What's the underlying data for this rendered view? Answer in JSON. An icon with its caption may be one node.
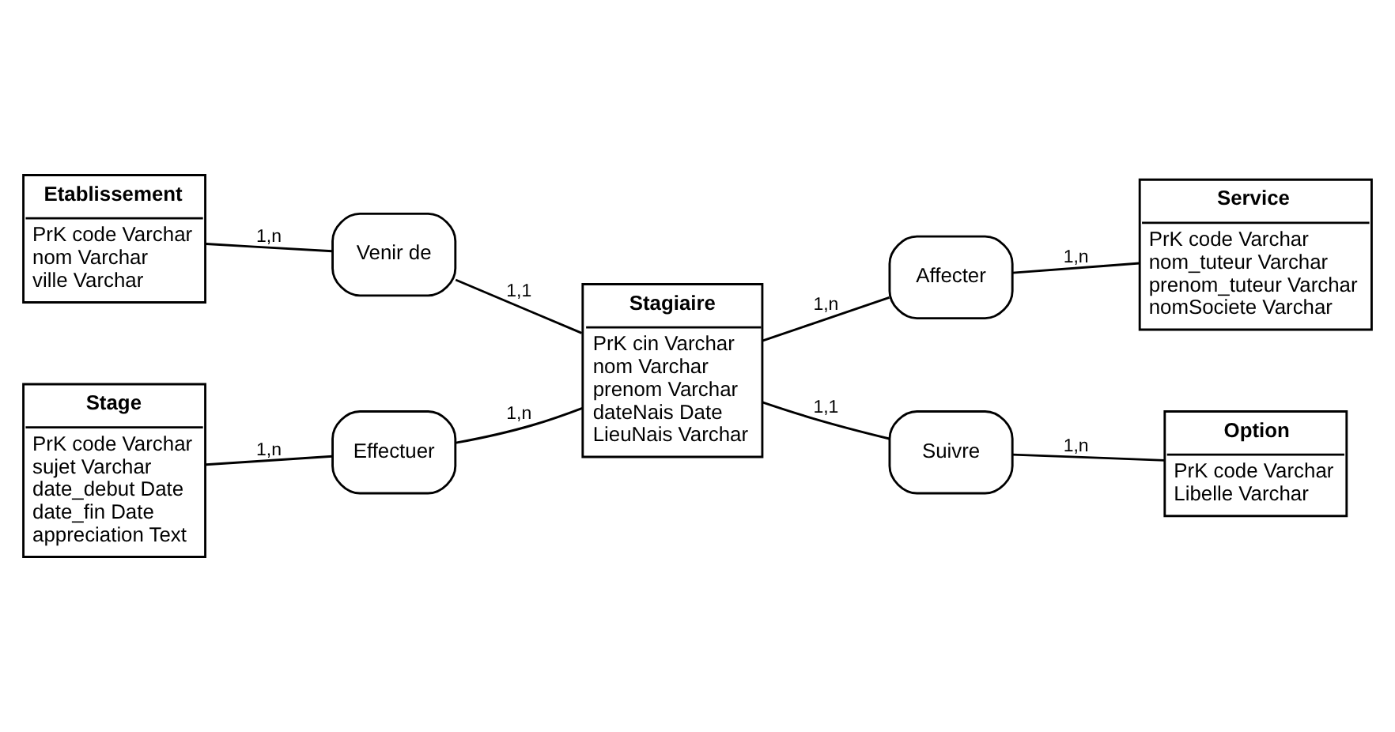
{
  "diagram": {
    "nodes": [
      {
        "text": [
          "Etablissement",
          "PrK code Varchar",
          "nom Varchar",
          "ville Varchar"
        ]
      },
      {
        "text": [
          "Venir de"
        ]
      },
      {
        "text": [
          "Affecter"
        ]
      },
      {
        "text": [
          "Service",
          "PrK code Varchar",
          "nom_tuteur Varchar",
          "prenom_tuteur Varchar",
          "nomSociete Varchar"
        ]
      },
      {
        "text": [
          "Stagiaire",
          "PrK cin Varchar",
          "nom Varchar",
          "prenom Varchar",
          "dateNais Date",
          "LieuNais Varchar"
        ]
      },
      {
        "text": [
          "Stage",
          "PrK code Varchar",
          "sujet Varchar",
          "date_debut Date",
          "date_fin Date",
          "appreciation Text"
        ]
      },
      {
        "text": [
          "Effectuer"
        ]
      },
      {
        "text": [
          "Suivre"
        ]
      },
      {
        "text": [
          "Option",
          "PrK code Varchar",
          "Libelle Varchar"
        ]
      }
    ],
    "edges": [
      {
        "from": 0,
        "to": 1,
        "arrow": "none",
        "label": "1,n"
      },
      {
        "from": 1,
        "to": 4,
        "arrow": "none",
        "label": "1,1"
      },
      {
        "from": 4,
        "to": 2,
        "arrow": "none",
        "label": "1,n"
      },
      {
        "from": 2,
        "to": 3,
        "arrow": "none",
        "label": "1,n"
      },
      {
        "from": 5,
        "to": 6,
        "arrow": "none",
        "label": "1,n"
      },
      {
        "from": 6,
        "to": 4,
        "arrow": "none",
        "label": "1,n"
      },
      {
        "from": 4,
        "to": 7,
        "arrow": "none",
        "label": "1,1"
      },
      {
        "from": 7,
        "to": 8,
        "arrow": "none",
        "label": "1,n"
      }
    ]
  }
}
